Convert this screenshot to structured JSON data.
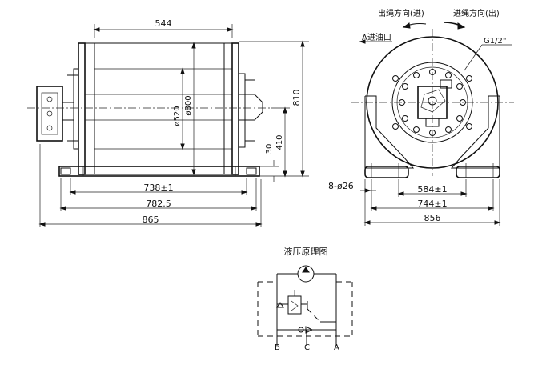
{
  "side_view": {
    "dim_top": "544",
    "dim_drum_dia": "ø520",
    "dim_flange_dia": "ø800",
    "dim_height": "810",
    "dim_axis_height": "410",
    "dim_base": "30",
    "dim_738": "738±1",
    "dim_782": "782.5",
    "dim_865": "865"
  },
  "front_view": {
    "label_rot_left": "出绳方向(进)",
    "label_rot_right": "进绳方向(出)",
    "label_port_left": "A进油口",
    "label_port": "G1/2\"",
    "dim_holes": "8-ø26",
    "dim_584": "584±1",
    "dim_744": "744±1",
    "dim_856": "856"
  },
  "hydraulic": {
    "title": "液压原理图",
    "port_b": "B",
    "port_c": "C",
    "port_a": "A"
  }
}
